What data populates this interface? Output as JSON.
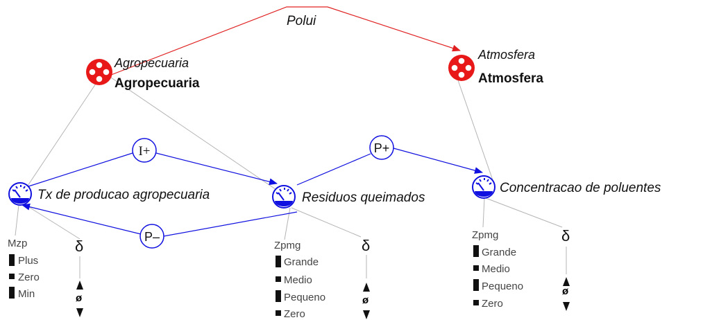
{
  "relation_polui": "Polui",
  "agropecuaria": {
    "label_italic": "Agropecuaria",
    "label_bold": "Agropecuaria"
  },
  "atmosfera": {
    "label_italic": "Atmosfera",
    "label_bold": "Atmosfera"
  },
  "tx_producao": {
    "label": "Tx de producao agropecuaria",
    "qspace_name": "Mzp",
    "values": [
      "Plus",
      "Zero",
      "Min"
    ],
    "derivative": "δ",
    "derivative_value": "ø"
  },
  "residuos": {
    "label": "Residuos queimados",
    "qspace_name": "Zpmg",
    "values": [
      "Grande",
      "Medio",
      "Pequeno",
      "Zero"
    ],
    "derivative": "δ",
    "derivative_value": "ø"
  },
  "concentracao": {
    "label": "Concentracao de poluentes",
    "qspace_name": "Zpmg",
    "values": [
      "Grande",
      "Medio",
      "Pequeno",
      "Zero"
    ],
    "derivative": "δ",
    "derivative_value": "ø"
  },
  "dependencies": {
    "i_plus": "I+",
    "p_plus": "P+",
    "p_minus": "P–"
  },
  "colors": {
    "entity": "#e81818",
    "relation_line": "#e02020",
    "dependency": "#1010e0",
    "gray_line": "#b4b4b4",
    "text": "#111111",
    "qspace_text": "#444444"
  }
}
